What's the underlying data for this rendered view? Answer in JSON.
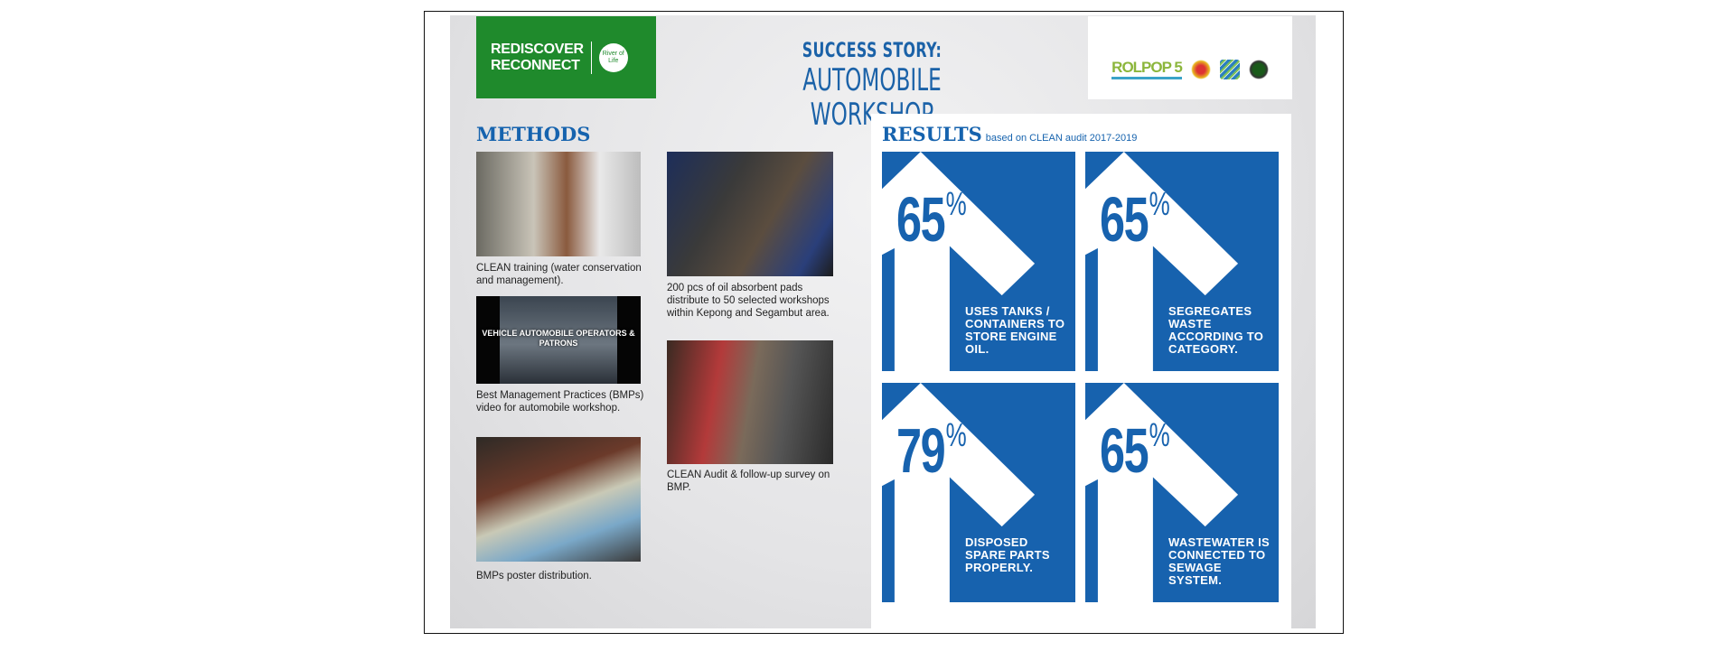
{
  "header": {
    "brand_line1": "REDISCOVER",
    "brand_line2": "RECONNECT",
    "brand_badge": "River of Life",
    "title_line1": "SUCCESS STORY:",
    "title_line2": "AUTOMOBILE WORKSHOP",
    "partner_logo": "ROLPOP 5"
  },
  "methods": {
    "heading": "METHODS",
    "items": [
      {
        "caption": "CLEAN training (water conservation and management)."
      },
      {
        "caption": "Best Management Practices (BMPs) video for automobile workshop.",
        "video_overlay": "VEHICLE AUTOMOBILE OPERATORS & PATRONS"
      },
      {
        "caption": "BMPs poster distribution."
      },
      {
        "caption": "200 pcs of oil absorbent pads distribute to 50 selected workshops within Kepong and Segambut area."
      },
      {
        "caption": "CLEAN Audit & follow-up survey on BMP."
      }
    ]
  },
  "results": {
    "heading": "RESULTS",
    "subheading": "based on CLEAN audit 2017-2019",
    "tiles": [
      {
        "value": "65",
        "unit": "%",
        "label": "USES TANKS / CONTAINERS TO STORE ENGINE OIL."
      },
      {
        "value": "65",
        "unit": "%",
        "label": "SEGREGATES WASTE ACCORDING TO CATEGORY."
      },
      {
        "value": "79",
        "unit": "%",
        "label": "DISPOSED SPARE PARTS PROPERLY."
      },
      {
        "value": "65",
        "unit": "%",
        "label": "WASTEWATER IS CONNECTED TO SEWAGE SYSTEM."
      }
    ]
  },
  "colors": {
    "brand_green": "#1f8a2c",
    "accent_blue": "#1762ae"
  }
}
